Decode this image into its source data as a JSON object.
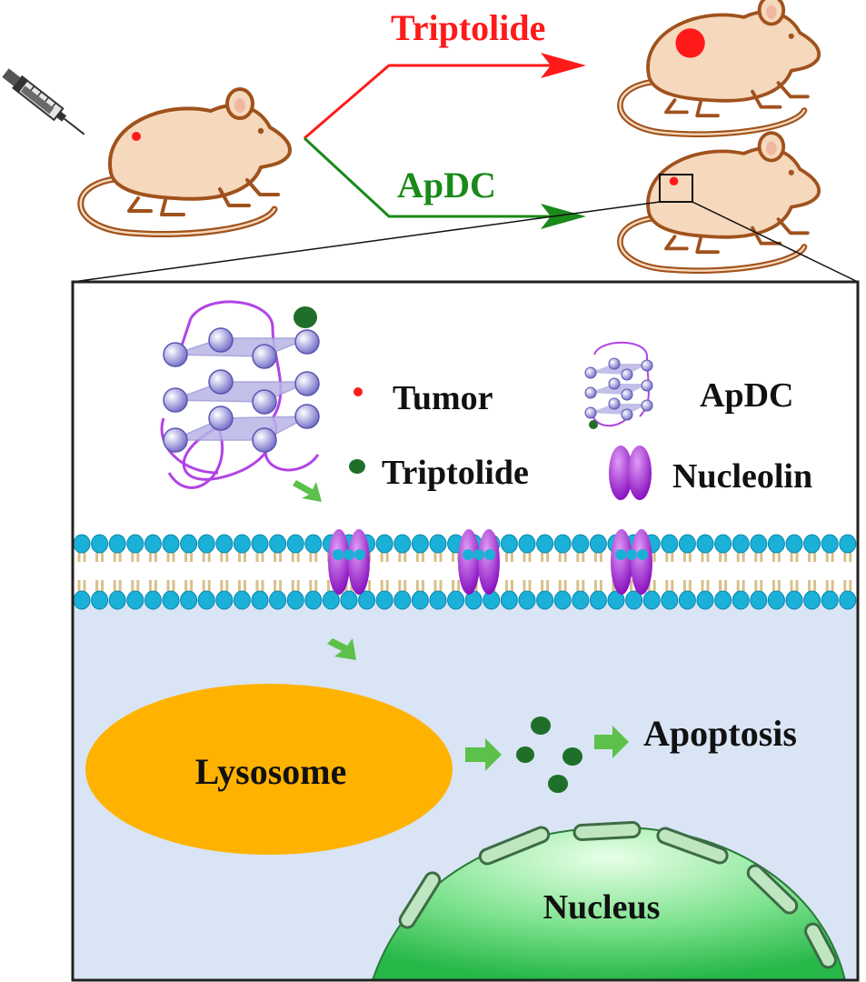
{
  "top": {
    "triptolide_branch_label": "Triptolide",
    "apdc_branch_label": "ApDC"
  },
  "legend": {
    "tumor_label": "Tumor",
    "triptolide_label": "Triptolide",
    "apdc_label": "ApDC",
    "nucleolin_label": "Nucleolin"
  },
  "cell": {
    "lysosome_label": "Lysosome",
    "apoptosis_label": "Apoptosis",
    "nucleus_label": "Nucleus"
  },
  "colors": {
    "triptolide_red": "#ff1a1a",
    "apdc_green": "#1a8a1a",
    "drug_green": "#1f6f2a",
    "mouse_fill": "#f6d8bc",
    "mouse_outline": "#a0521c",
    "membrane_head": "#1ab0d8",
    "membrane_tail": "#d8c08a",
    "nucleolin_purple": "#a020d0",
    "cytoplasm": "#d9e4f4",
    "lysosome": "#ffb300",
    "arrow_green": "#5cc04a"
  }
}
